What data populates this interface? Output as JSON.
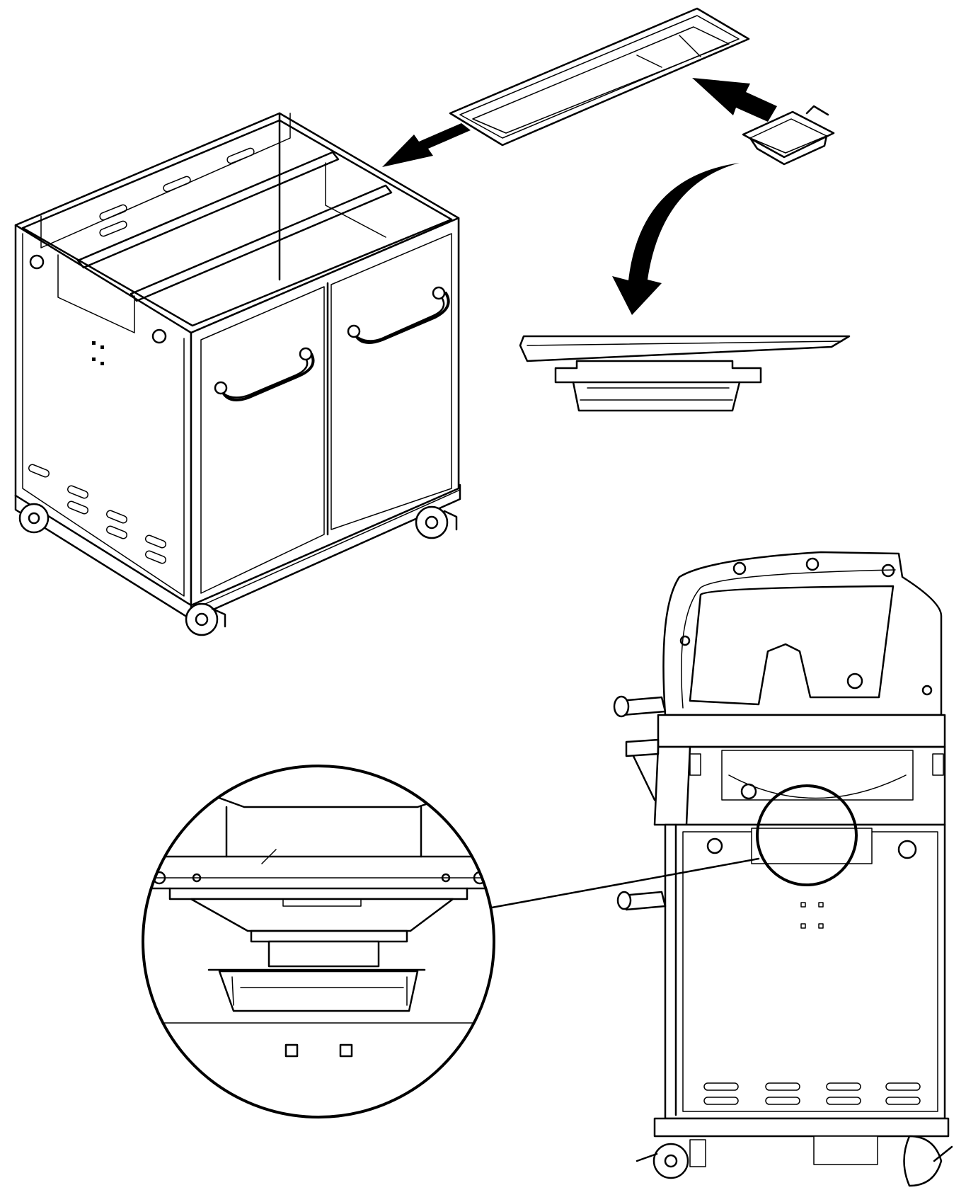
{
  "diagram": {
    "steps": [
      {
        "id": "slide-drip-tray-into-cart"
      },
      {
        "id": "attach-grease-cup-to-drip-tray"
      },
      {
        "id": "grease-cup-hangs-below-tray"
      },
      {
        "id": "installed-assembly-detail"
      }
    ],
    "components": [
      {
        "id": "cart-base",
        "icon": "cart-icon"
      },
      {
        "id": "drip-tray",
        "icon": "tray-icon"
      },
      {
        "id": "grease-cup",
        "icon": "cup-icon"
      },
      {
        "id": "grill-side-view",
        "icon": "grill-icon"
      },
      {
        "id": "magnifier-callout",
        "icon": "magnifier-icon"
      }
    ],
    "colors": {
      "line": "#000000",
      "fill": "#ffffff"
    }
  }
}
